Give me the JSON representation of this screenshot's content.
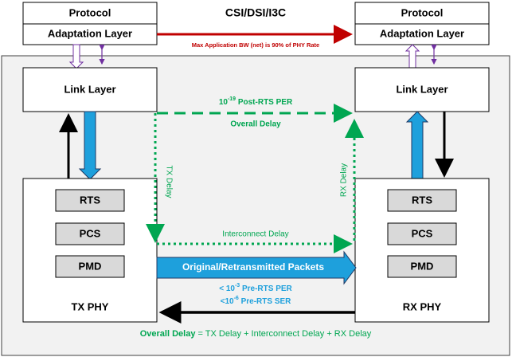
{
  "title": "CSI/DSI/I3C",
  "left_stack": {
    "protocol": "Protocol",
    "adaptation": "Adaptation Layer",
    "link": "Link Layer",
    "phy_label": "TX PHY",
    "blocks": [
      "RTS",
      "PCS",
      "PMD"
    ]
  },
  "right_stack": {
    "protocol": "Protocol",
    "adaptation": "Adaptation Layer",
    "link": "Link Layer",
    "phy_label": "RX PHY",
    "blocks": [
      "RTS",
      "PCS",
      "PMD"
    ]
  },
  "bw_note": "Max Application BW (net) is 90% of PHY Rate",
  "post_rts_per": {
    "base": "10",
    "exp": "-19",
    "text": " Post-RTS PER"
  },
  "overall_delay": "Overall Delay",
  "tx_delay": "TX Delay",
  "rx_delay": "RX Delay",
  "interconnect_delay": "Interconnect Delay",
  "packets": "Original/Retransmitted Packets",
  "pre_rts_per": {
    "prefix": "< 10",
    "exp": "-3",
    "text": " Pre-RTS PER"
  },
  "pre_rts_ser": {
    "prefix": "<10",
    "exp": "-6",
    "text": " Pre-RTS SER"
  },
  "formula": {
    "bold": "Overall Delay",
    "rest": " = TX Delay + Interconnect Delay + RX Delay"
  },
  "colors": {
    "green": "#00a651",
    "red": "#c00000",
    "blue": "#1ea0dc",
    "purple": "#7030a0",
    "frame": "#f2f2f2",
    "block": "#d9d9d9"
  }
}
